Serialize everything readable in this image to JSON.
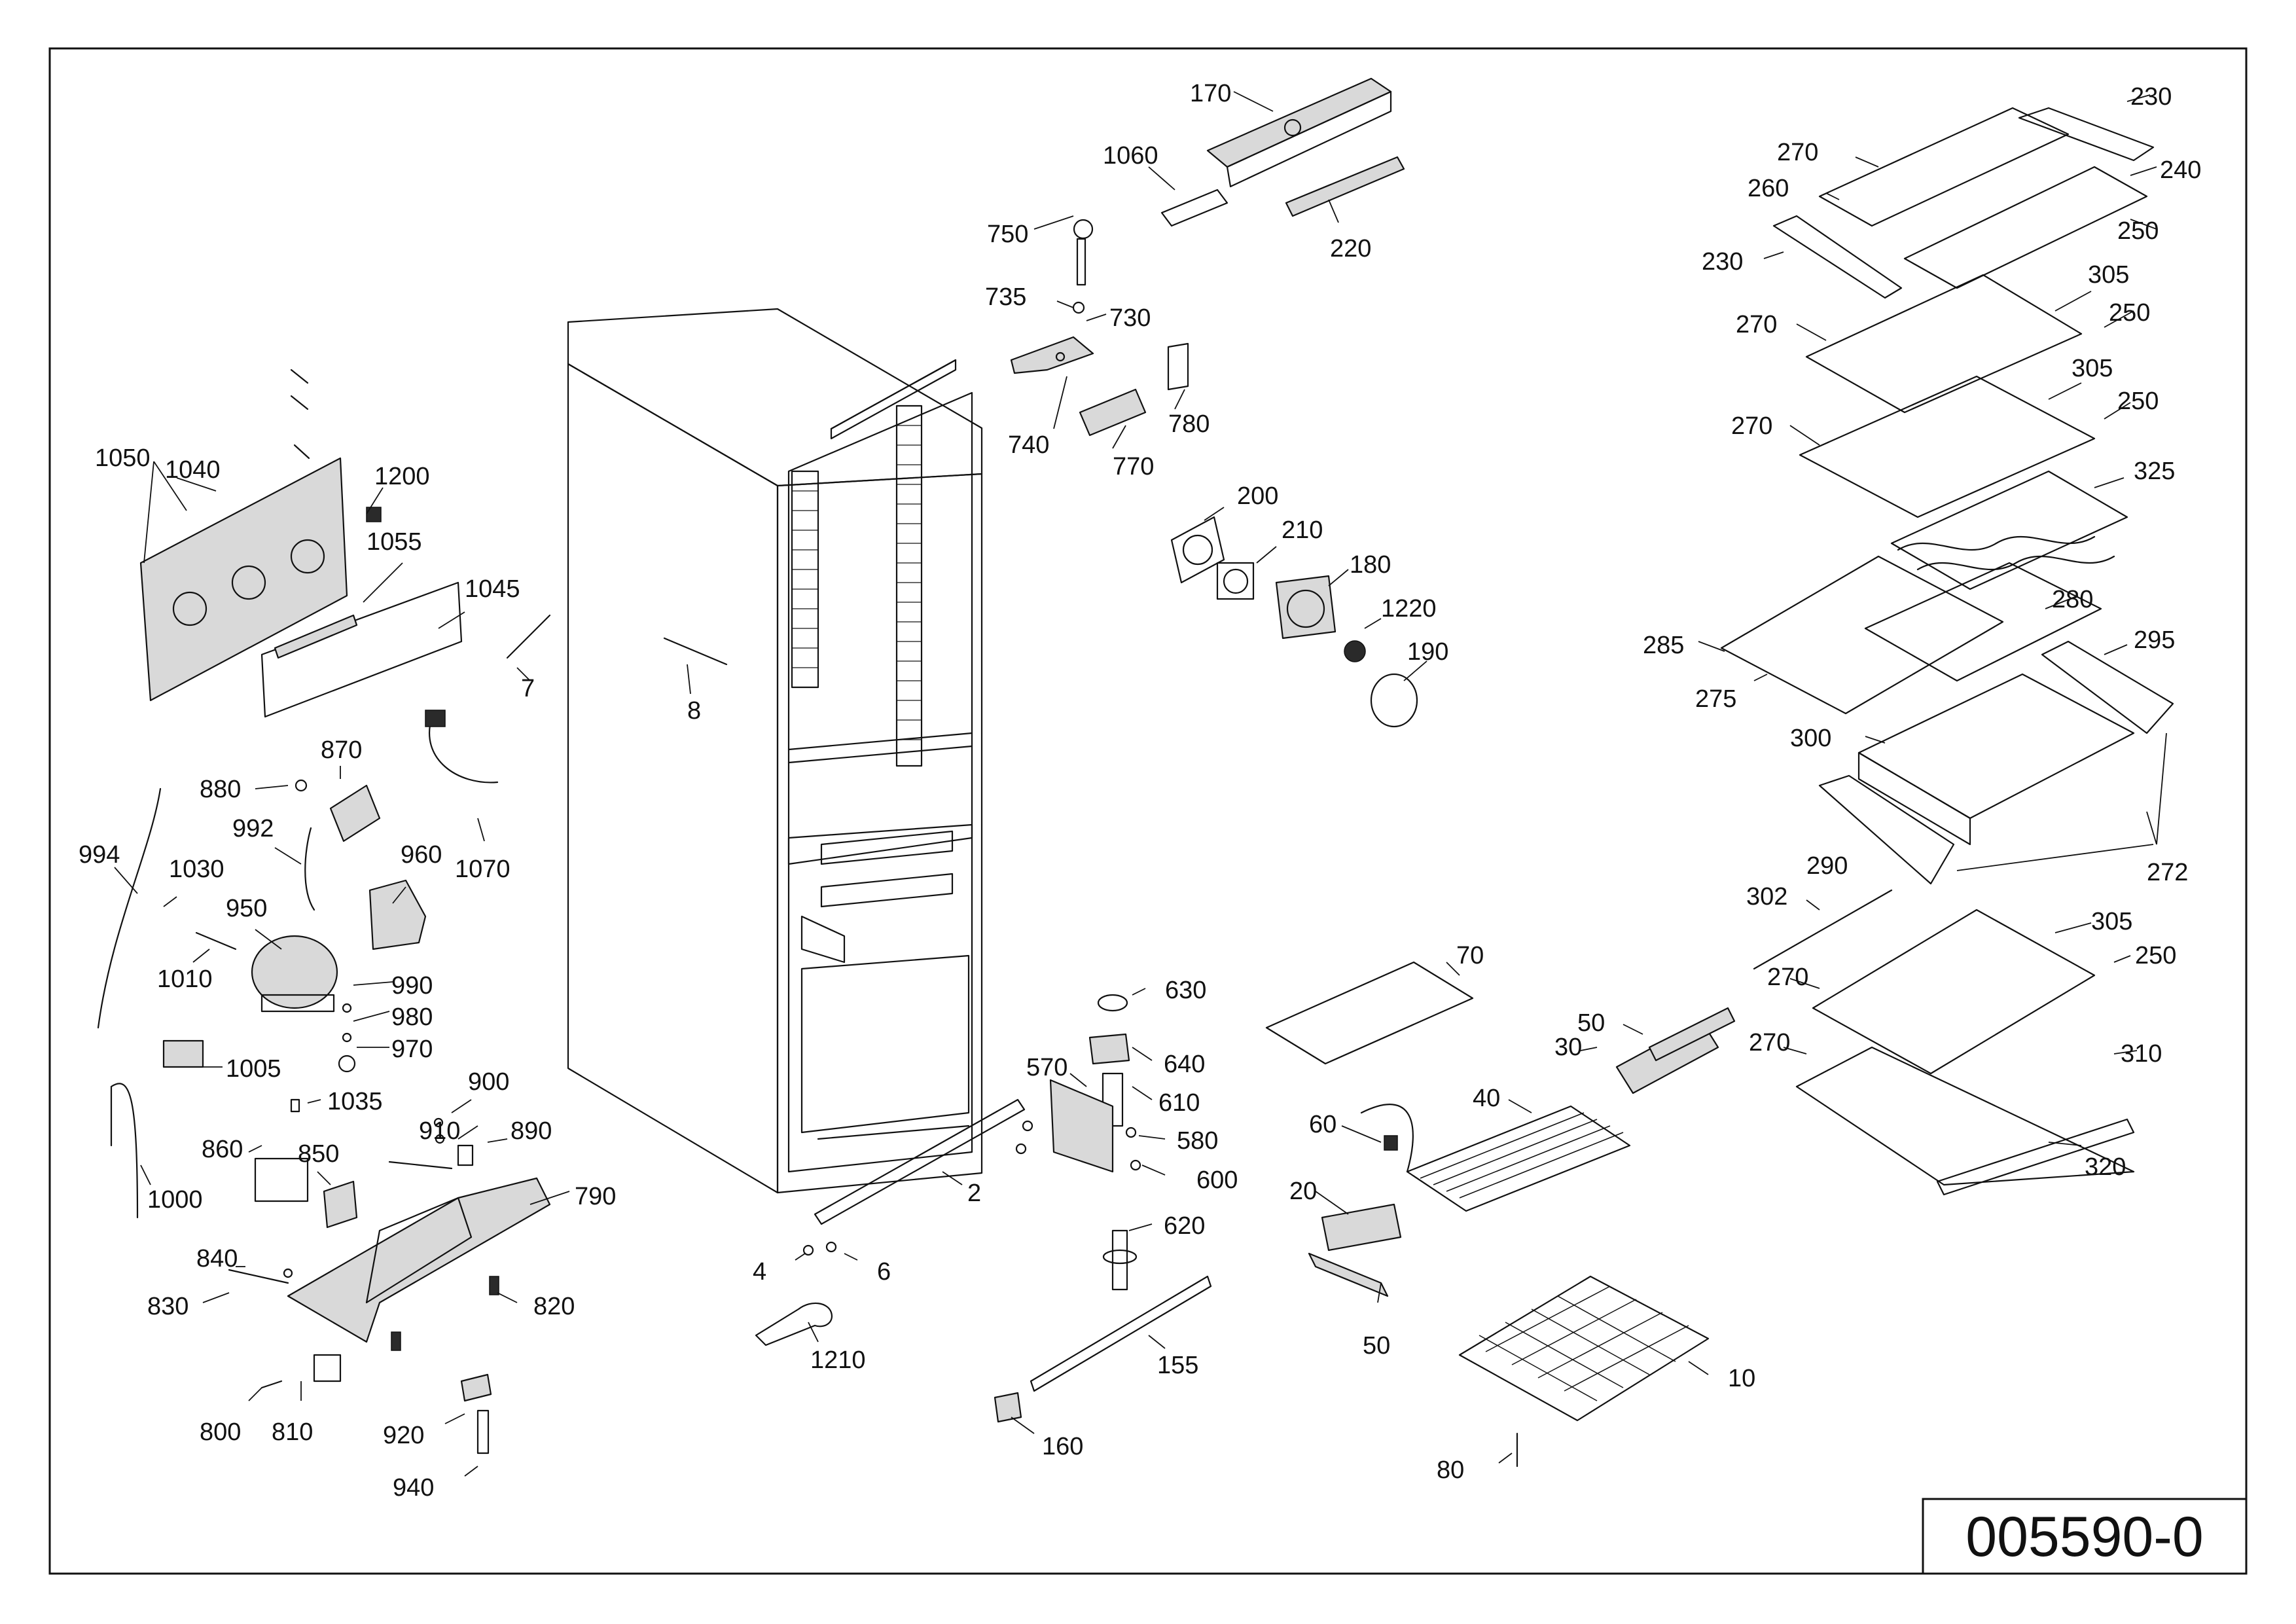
{
  "drawing_number": "005590-0",
  "labels": [
    {
      "id": "p170",
      "text": "170"
    },
    {
      "id": "p1060",
      "text": "1060"
    },
    {
      "id": "p220",
      "text": "220"
    },
    {
      "id": "p750",
      "text": "750"
    },
    {
      "id": "p735",
      "text": "735"
    },
    {
      "id": "p730",
      "text": "730"
    },
    {
      "id": "p740",
      "text": "740"
    },
    {
      "id": "p770",
      "text": "770"
    },
    {
      "id": "p780",
      "text": "780"
    },
    {
      "id": "p200",
      "text": "200"
    },
    {
      "id": "p210",
      "text": "210"
    },
    {
      "id": "p180",
      "text": "180"
    },
    {
      "id": "p1220",
      "text": "1220"
    },
    {
      "id": "p190",
      "text": "190"
    },
    {
      "id": "p1050",
      "text": "1050"
    },
    {
      "id": "p1040",
      "text": "1040"
    },
    {
      "id": "p1200",
      "text": "1200"
    },
    {
      "id": "p1055",
      "text": "1055"
    },
    {
      "id": "p1045",
      "text": "1045"
    },
    {
      "id": "p7",
      "text": "7"
    },
    {
      "id": "p8",
      "text": "8"
    },
    {
      "id": "p870",
      "text": "870"
    },
    {
      "id": "p880",
      "text": "880"
    },
    {
      "id": "p994",
      "text": "994"
    },
    {
      "id": "p992",
      "text": "992"
    },
    {
      "id": "p960",
      "text": "960"
    },
    {
      "id": "p1070",
      "text": "1070"
    },
    {
      "id": "p1030",
      "text": "1030"
    },
    {
      "id": "p950",
      "text": "950"
    },
    {
      "id": "p1010",
      "text": "1010"
    },
    {
      "id": "p990",
      "text": "990"
    },
    {
      "id": "p980",
      "text": "980"
    },
    {
      "id": "p970",
      "text": "970"
    },
    {
      "id": "p1005",
      "text": "1005"
    },
    {
      "id": "p1035",
      "text": "1035"
    },
    {
      "id": "p900",
      "text": "900"
    },
    {
      "id": "p910",
      "text": "910"
    },
    {
      "id": "p890",
      "text": "890"
    },
    {
      "id": "p860",
      "text": "860"
    },
    {
      "id": "p850",
      "text": "850"
    },
    {
      "id": "p1000",
      "text": "1000"
    },
    {
      "id": "p790",
      "text": "790"
    },
    {
      "id": "p840",
      "text": "840"
    },
    {
      "id": "p830",
      "text": "830"
    },
    {
      "id": "p820",
      "text": "820"
    },
    {
      "id": "p800",
      "text": "800"
    },
    {
      "id": "p810",
      "text": "810"
    },
    {
      "id": "p920",
      "text": "920"
    },
    {
      "id": "p940",
      "text": "940"
    },
    {
      "id": "p630",
      "text": "630"
    },
    {
      "id": "p640",
      "text": "640"
    },
    {
      "id": "p570",
      "text": "570"
    },
    {
      "id": "p610",
      "text": "610"
    },
    {
      "id": "p580",
      "text": "580"
    },
    {
      "id": "p600",
      "text": "600"
    },
    {
      "id": "p2",
      "text": "2"
    },
    {
      "id": "p620",
      "text": "620"
    },
    {
      "id": "p4",
      "text": "4"
    },
    {
      "id": "p6",
      "text": "6"
    },
    {
      "id": "p1210",
      "text": "1210"
    },
    {
      "id": "p155",
      "text": "155"
    },
    {
      "id": "p160",
      "text": "160"
    },
    {
      "id": "p70",
      "text": "70"
    },
    {
      "id": "p50a",
      "text": "50"
    },
    {
      "id": "p30",
      "text": "30"
    },
    {
      "id": "p40",
      "text": "40"
    },
    {
      "id": "p60",
      "text": "60"
    },
    {
      "id": "p20",
      "text": "20"
    },
    {
      "id": "p50b",
      "text": "50"
    },
    {
      "id": "p10",
      "text": "10"
    },
    {
      "id": "p80",
      "text": "80"
    },
    {
      "id": "p230a",
      "text": "230"
    },
    {
      "id": "p270a",
      "text": "270"
    },
    {
      "id": "p240",
      "text": "240"
    },
    {
      "id": "p260",
      "text": "260"
    },
    {
      "id": "p250a",
      "text": "250"
    },
    {
      "id": "p230b",
      "text": "230"
    },
    {
      "id": "p305a",
      "text": "305"
    },
    {
      "id": "p270b",
      "text": "270"
    },
    {
      "id": "p250b",
      "text": "250"
    },
    {
      "id": "p305b",
      "text": "305"
    },
    {
      "id": "p250c",
      "text": "250"
    },
    {
      "id": "p270c",
      "text": "270"
    },
    {
      "id": "p325",
      "text": "325"
    },
    {
      "id": "p280",
      "text": "280"
    },
    {
      "id": "p285",
      "text": "285"
    },
    {
      "id": "p295",
      "text": "295"
    },
    {
      "id": "p275",
      "text": "275"
    },
    {
      "id": "p300",
      "text": "300"
    },
    {
      "id": "p290",
      "text": "290"
    },
    {
      "id": "p272",
      "text": "272"
    },
    {
      "id": "p302",
      "text": "302"
    },
    {
      "id": "p305c",
      "text": "305"
    },
    {
      "id": "p250d",
      "text": "250"
    },
    {
      "id": "p270d",
      "text": "270"
    },
    {
      "id": "p270e",
      "text": "270"
    },
    {
      "id": "p310",
      "text": "310"
    },
    {
      "id": "p320",
      "text": "320"
    }
  ]
}
